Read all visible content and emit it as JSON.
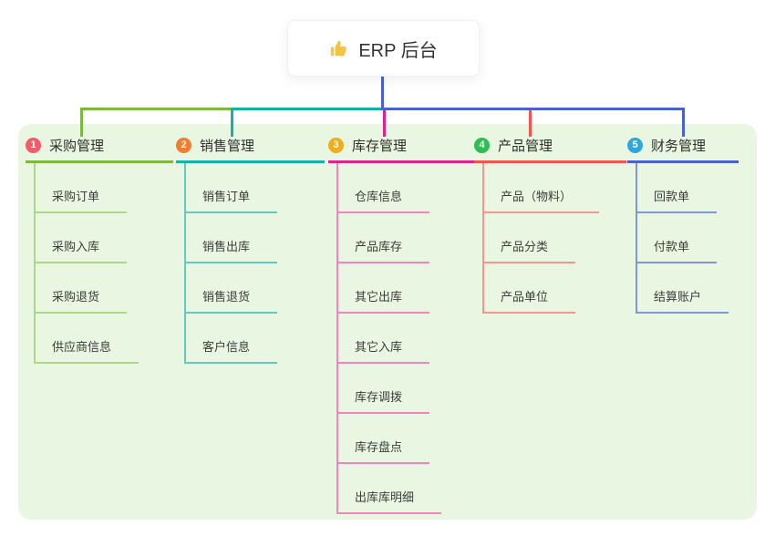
{
  "root": {
    "label": "ERP 后台",
    "icon": "thumbs-up-icon",
    "icon_color": "#f6c445"
  },
  "panel_color": "#e9f6e1",
  "stem_color": "#4a5fd0",
  "branches": [
    {
      "index": "1",
      "label": "采购管理",
      "badge_color": "#f25b69",
      "line_color": "#7cb93e",
      "child_line_color": "#aed687",
      "children": [
        "采购订单",
        "采购入库",
        "采购退货",
        "供应商信息"
      ]
    },
    {
      "index": "2",
      "label": "销售管理",
      "badge_color": "#f47c2c",
      "line_color": "#14b3a6",
      "child_line_color": "#63cabe",
      "children": [
        "销售订单",
        "销售出库",
        "销售退货",
        "客户信息"
      ]
    },
    {
      "index": "3",
      "label": "库存管理",
      "badge_color": "#f0ac19",
      "line_color": "#e0218c",
      "child_line_color": "#ef86bf",
      "children": [
        "仓库信息",
        "产品库存",
        "其它出库",
        "其它入库",
        "库存调拨",
        "库存盘点",
        "出库库明细"
      ]
    },
    {
      "index": "4",
      "label": "产品管理",
      "badge_color": "#2dbd55",
      "line_color": "#f4544e",
      "child_line_color": "#f79691",
      "children": [
        "产品（物料）",
        "产品分类",
        "产品单位"
      ]
    },
    {
      "index": "5",
      "label": "财务管理",
      "badge_color": "#2ea7dc",
      "line_color": "#4a5fd0",
      "child_line_color": "#7f97d8",
      "children": [
        "回款单",
        "付款单",
        "结算账户"
      ]
    }
  ]
}
